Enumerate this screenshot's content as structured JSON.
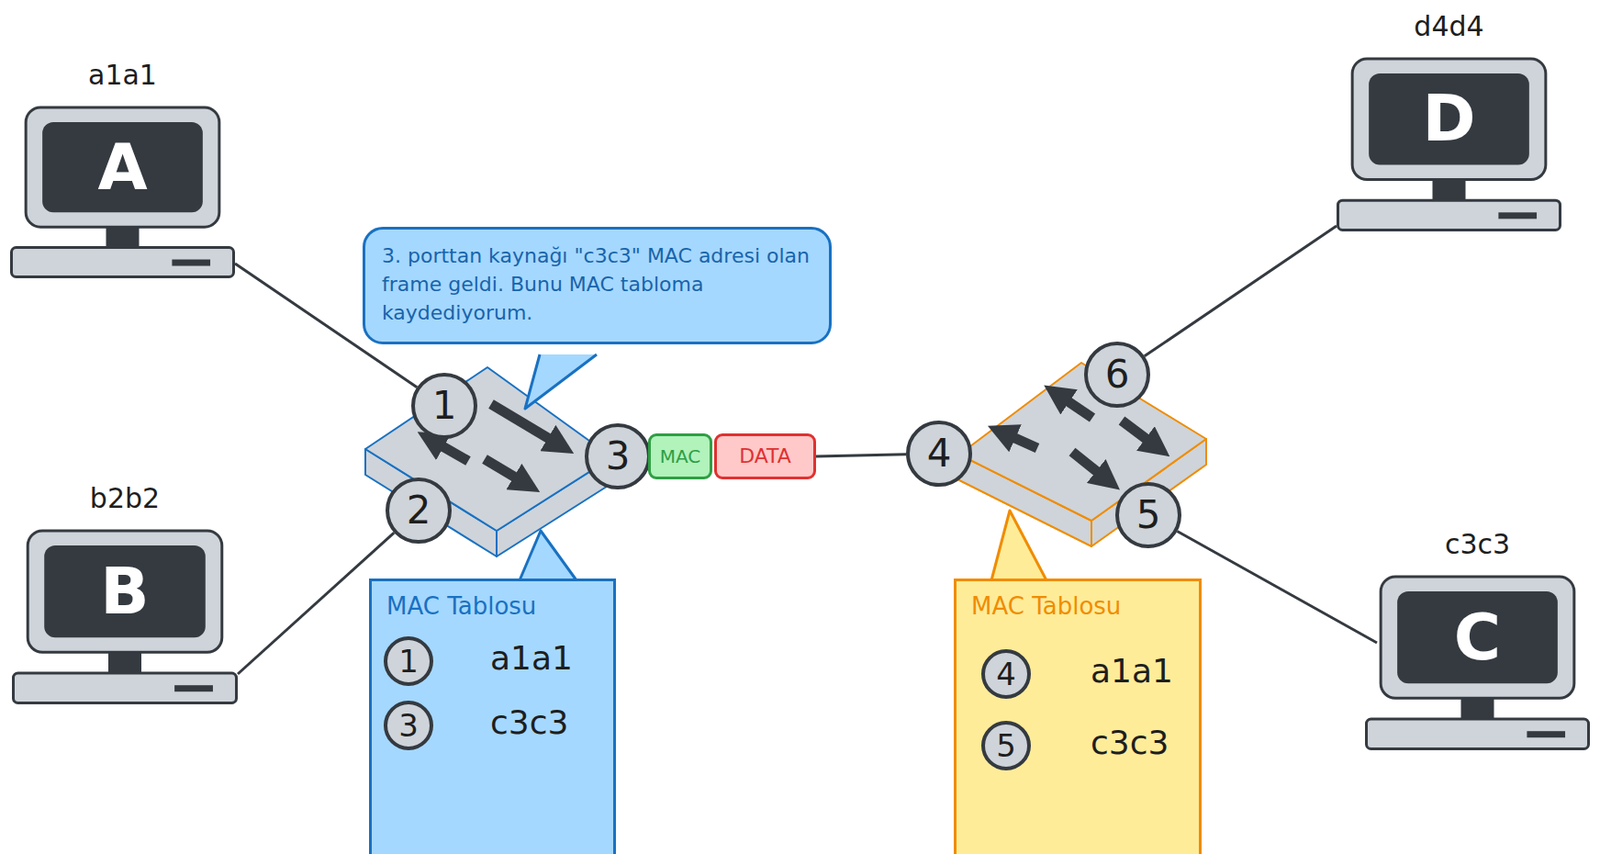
{
  "diagram": {
    "nodes": [
      {
        "text": [
          "a1a1",
          "A"
        ]
      },
      {
        "text": [
          "3. porttan kaynağı \"c3c3\" MAC adresi olan frame geldi. Bunu MAC tabloma kaydediyorum."
        ]
      },
      {
        "text": [
          "1"
        ]
      },
      {
        "text": [
          "2"
        ]
      },
      {
        "text": [
          "3"
        ]
      },
      {
        "text": [
          "MAC"
        ]
      },
      {
        "text": [
          "DATA"
        ]
      },
      {
        "text": [
          "4"
        ]
      },
      {
        "text": [
          "6"
        ]
      },
      {
        "text": [
          "5"
        ]
      },
      {
        "text": [
          "b2b2",
          "B"
        ]
      },
      {
        "text": [
          "MAC Tablosu"
        ]
      },
      {
        "text": [
          "1"
        ],
        "in": 11
      },
      {
        "text": [
          "3"
        ],
        "in": 11
      },
      {
        "text": [
          "d4d4",
          "D"
        ]
      },
      {
        "text": [
          "c3c3",
          "C"
        ]
      },
      {
        "text": [
          "MAC Tablosu"
        ]
      },
      {
        "text": [
          "4"
        ],
        "in": 16
      },
      {
        "text": [
          "5"
        ],
        "in": 16
      }
    ],
    "edges": [
      {
        "from": 0,
        "to": 2,
        "arrow": "none"
      },
      {
        "from": 10,
        "to": 3,
        "arrow": "none"
      },
      {
        "from": 6,
        "to": 7,
        "arrow": "none"
      },
      {
        "from": 8,
        "to": 14,
        "arrow": "none"
      },
      {
        "from": 9,
        "to": 15,
        "arrow": "none"
      }
    ],
    "labels": [
      "a1a1",
      "c3c3",
      "a1a1",
      "c3c3"
    ]
  }
}
